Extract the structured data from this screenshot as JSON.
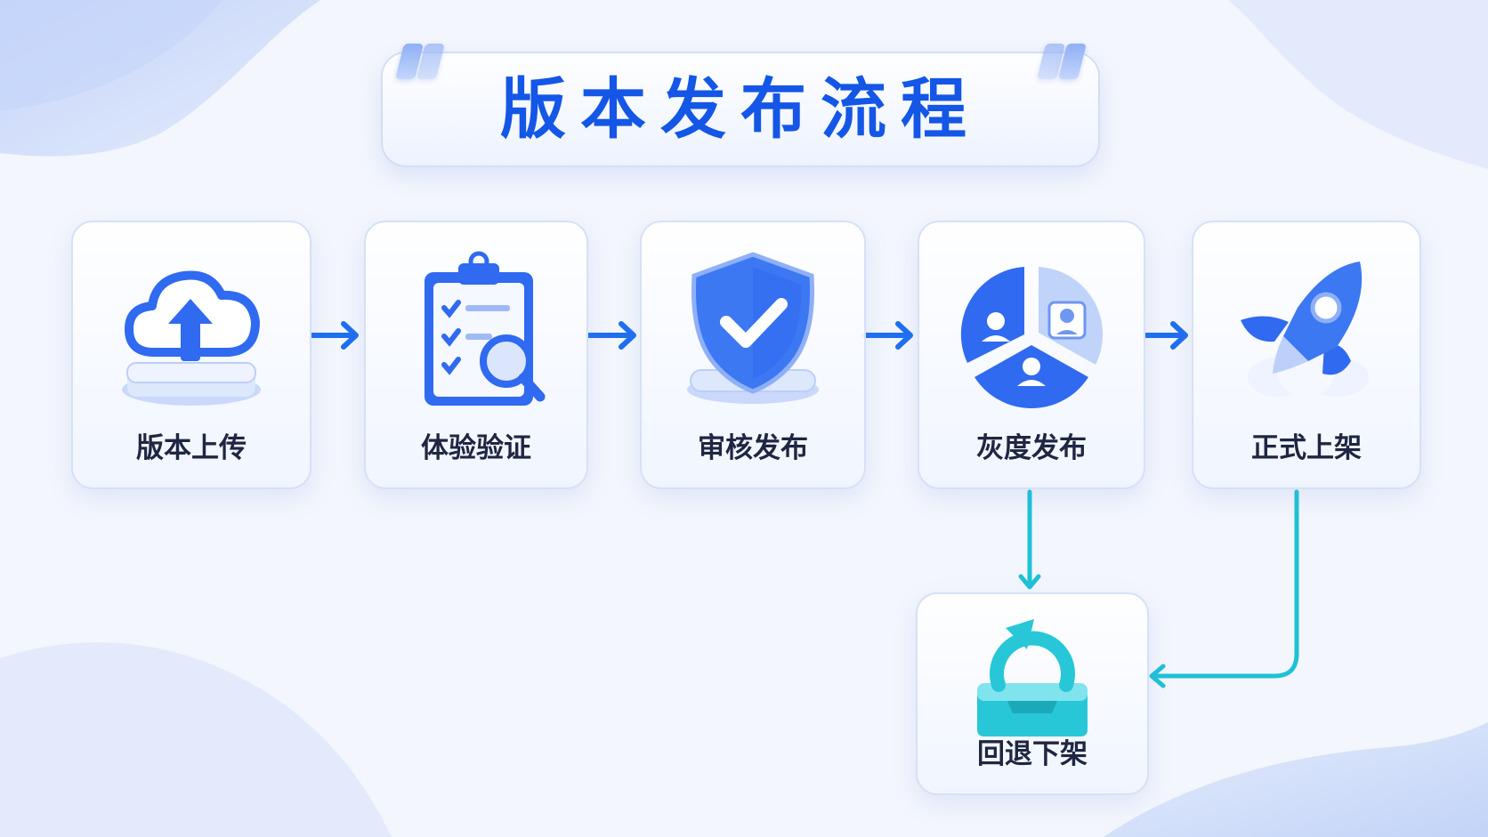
{
  "title": "版本发布流程",
  "steps": [
    {
      "label": "版本上传",
      "icon": "cloud-upload-icon"
    },
    {
      "label": "体验验证",
      "icon": "checklist-magnifier-icon"
    },
    {
      "label": "审核发布",
      "icon": "shield-check-icon"
    },
    {
      "label": "灰度发布",
      "icon": "user-segment-pie-icon"
    },
    {
      "label": "正式上架",
      "icon": "rocket-icon"
    }
  ],
  "rollback": {
    "label": "回退下架",
    "icon": "rollback-tray-icon"
  },
  "colors": {
    "accent": "#1456e6",
    "flow_arrow": "#1f6ff0",
    "rollback_arrow": "#1ec2d6",
    "text": "#1e2642"
  }
}
